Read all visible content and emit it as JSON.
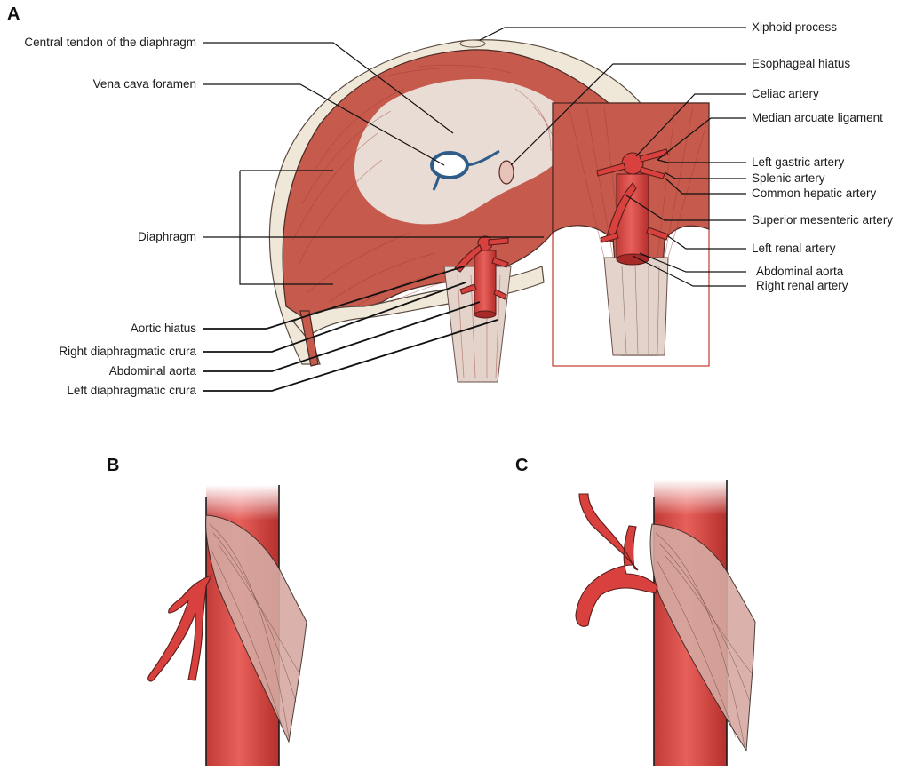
{
  "panels": {
    "a": "A",
    "b": "B",
    "c": "C"
  },
  "labels_left": {
    "central_tendon": "Central tendon of the diaphragm",
    "vena_cava_foramen": "Vena cava foramen",
    "diaphragm": "Diaphragm",
    "aortic_hiatus": "Aortic hiatus",
    "right_crura": "Right diaphragmatic crura",
    "abdominal_aorta": "Abdominal aorta",
    "left_crura": "Left diaphragmatic crura"
  },
  "labels_right": {
    "xiphoid": "Xiphoid process",
    "esophageal_hiatus": "Esophageal hiatus",
    "celiac_artery": "Celiac artery",
    "median_arcuate_ligament": "Median arcuate ligament",
    "left_gastric_artery": "Left gastric artery",
    "splenic_artery": "Splenic artery",
    "common_hepatic_artery": "Common hepatic artery",
    "superior_mesenteric_artery": "Superior mesenteric artery",
    "left_renal_artery": "Left renal artery",
    "abdominal_aorta": "Abdominal aorta",
    "right_renal_artery": "Right renal artery"
  },
  "colors": {
    "muscle": "#c65a4c",
    "artery": "#d9413f",
    "tendon": "#e9dcd5",
    "inset_border": "#c0392b",
    "vena_cava_ring": "#2f5d8a"
  }
}
